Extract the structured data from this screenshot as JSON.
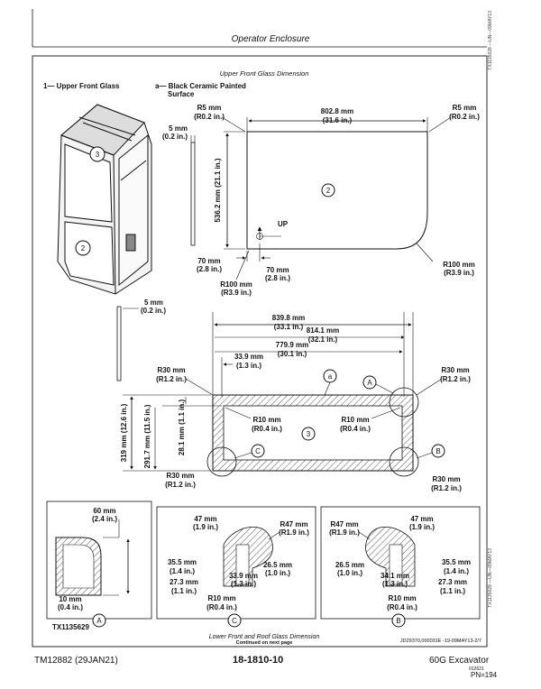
{
  "header": {
    "section_title": "Operator Enclosure",
    "side_code_top": "TX1135628 —UN—09MAY13",
    "side_code_bottom": "TX1135629 —UN—09MAY13"
  },
  "upper_diagram": {
    "title": "Upper Front Glass Dimension",
    "legend_1": "1— Upper Front Glass",
    "legend_a_line1": "a— Black Ceramic Painted",
    "legend_a_line2": "Surface",
    "r5_left_mm": "R5 mm",
    "r5_left_in": "(R0.2 in.)",
    "r5_right_mm": "R5 mm",
    "r5_right_in": "(R0.2 in.)",
    "width_mm": "802.8 mm",
    "width_in": "(31.6 in.)",
    "thick_mm": "5 mm",
    "thick_in": "(0.2 in.)",
    "height_label": "536.2 mm (21.1 in.)",
    "callout_2": "2",
    "callout_3": "3",
    "up_label": "UP",
    "off_left_mm": "70 mm",
    "off_left_in": "(2.8 in.)",
    "off_right_mm": "70 mm",
    "off_right_in": "(2.8 in.)",
    "r100_left_mm": "R100 mm",
    "r100_left_in": "(R3.9 in.)",
    "r100_right_mm": "R100 mm",
    "r100_right_in": "(R3.9 in.)"
  },
  "roof_diagram": {
    "thick_mm": "5 mm",
    "thick_in": "(0.2 in.)",
    "w1_mm": "839.8 mm",
    "w1_in": "(33.1 in.)",
    "w2_mm": "814.1 mm",
    "w2_in": "(32.1 in.)",
    "w3_mm": "779.9 mm",
    "w3_in": "(30.1 in.)",
    "w4_mm": "33.9 mm",
    "w4_in": "(1.3 in.)",
    "r30_tl_mm": "R30 mm",
    "r30_tl_in": "(R1.2 in.)",
    "r30_tr_mm": "R30 mm",
    "r30_tr_in": "(R1.2 in.)",
    "r30_bl_mm": "R30 mm",
    "r30_bl_in": "(R1.2 in.)",
    "r30_br_mm": "R30 mm",
    "r30_br_in": "(R1.2 in.)",
    "r10_l_mm": "R10 mm",
    "r10_l_in": "(R0.4 in.)",
    "r10_r_mm": "R10 mm",
    "r10_r_in": "(R0.4 in.)",
    "h1_label": "319 mm (12.6 in.)",
    "h2_label": "291.7 mm (11.5 in.)",
    "h3_label": "28.1 mm (1.1 in.)",
    "callout_a": "a",
    "callout_A": "A",
    "callout_B": "B",
    "callout_C": "C",
    "callout_3": "3"
  },
  "detail_A": {
    "w_mm": "60 mm",
    "w_in": "(2.4 in.)",
    "t_mm": "10 mm",
    "t_in": "(0.4 in.)",
    "figure_code": "TX1135629",
    "callout": "A"
  },
  "detail_C": {
    "d47_mm": "47 mm",
    "d47_in": "(1.9 in.)",
    "r47_mm": "R47 mm",
    "r47_in": "(R1.9 in.)",
    "d355_mm": "35.5 mm",
    "d355_in": "(1.4 in.)",
    "d265_mm": "26.5 mm",
    "d265_in": "(1.0 in.)",
    "d339_mm": "33.9 mm",
    "d339_in": "(1.3 in.)",
    "d273_mm": "27.3 mm",
    "d273_in": "(1.1 in.)",
    "r10_mm": "R10 mm",
    "r10_in": "(R0.4 in.)",
    "callout": "C"
  },
  "detail_B": {
    "r47_mm": "R47 mm",
    "r47_in": "(R1.9 in.)",
    "d47_mm": "47 mm",
    "d47_in": "(1.9 in.)",
    "d265_mm": "26.5 mm",
    "d265_in": "(1.0 in.)",
    "d341_mm": "34.1 mm",
    "d341_in": "(1.3 in.)",
    "d355_mm": "35.5 mm",
    "d355_in": "(1.4 in.)",
    "d273_mm": "27.3 mm",
    "d273_in": "(1.1 in.)",
    "r10_mm": "R10 mm",
    "r10_in": "(R0.4 in.)",
    "callout": "B"
  },
  "bottom": {
    "caption": "Lower Front and Roof Glass Dimension",
    "continued": "Continued on next page",
    "doc_code": "JD29370,000031E -19-09MAY13-2/7"
  },
  "footer": {
    "manual": "TM12882 (29JAN21)",
    "page": "18-1810-10",
    "model": "60G Excavator",
    "model_small": "012621",
    "pn": "PN=194"
  }
}
